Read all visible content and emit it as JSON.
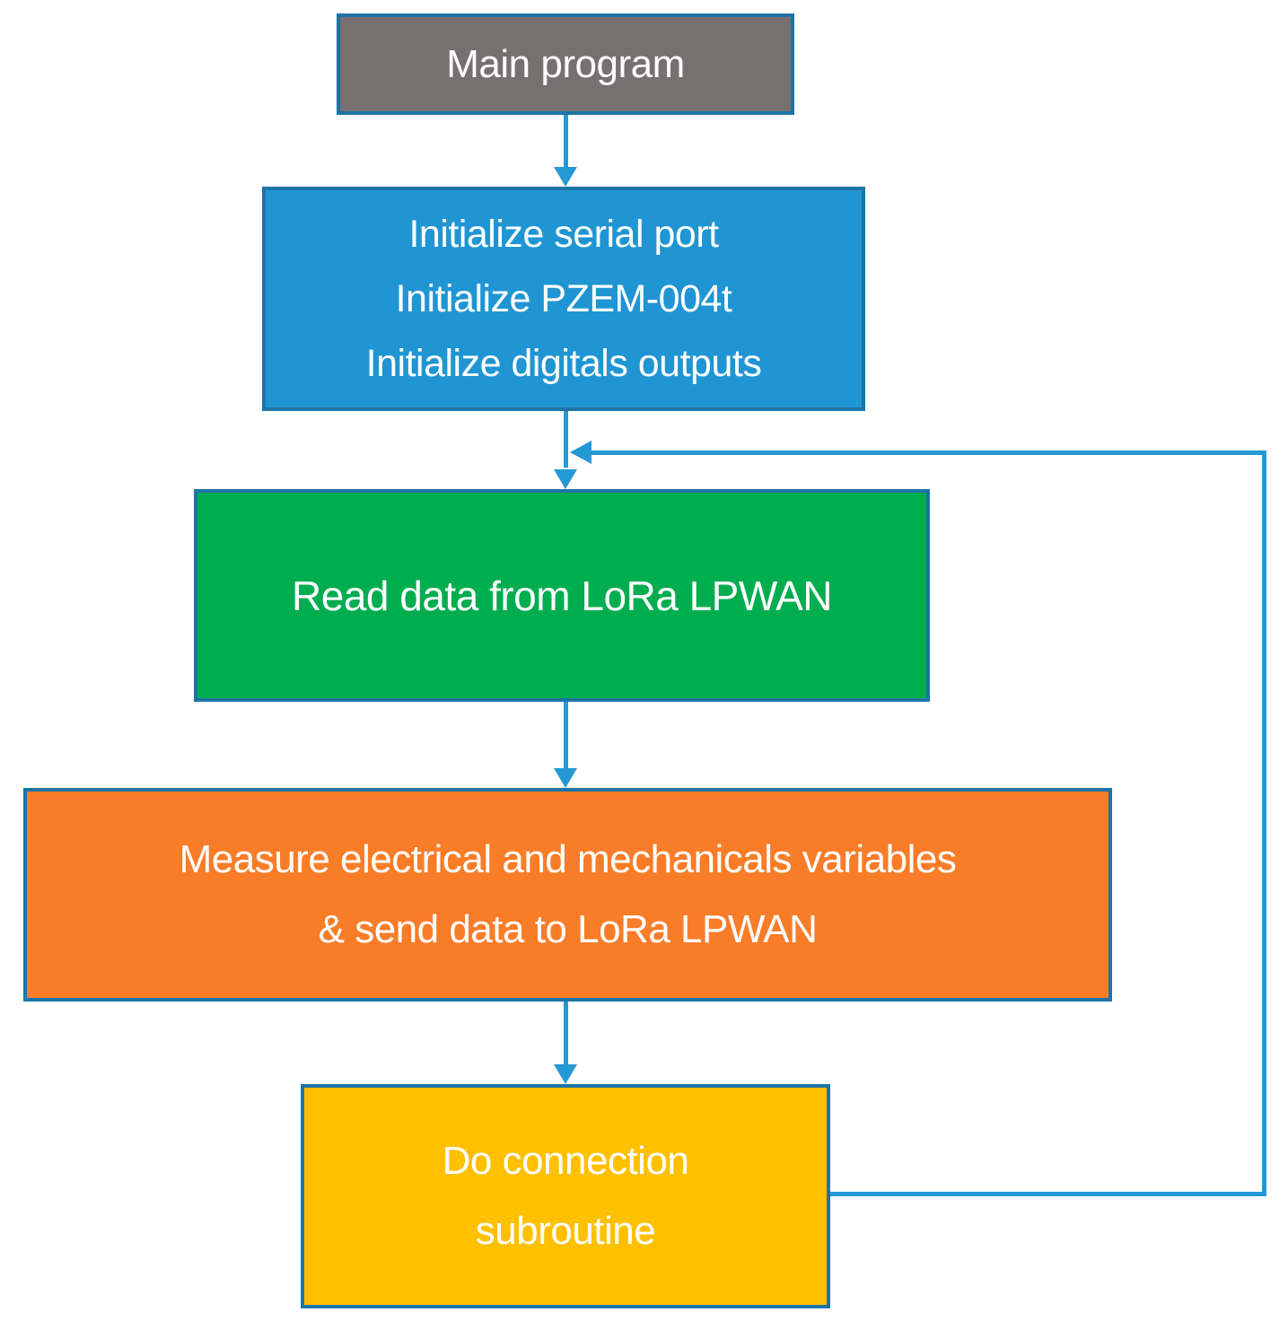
{
  "diagram": {
    "type": "flowchart",
    "background": "#FFFFFF",
    "border_color": "#1E74A6",
    "connector_color": "#2598D6",
    "text_color": "#FFFFFF",
    "nodes": {
      "main": {
        "label": "Main program",
        "fill": "#767070"
      },
      "init": {
        "lines": [
          "Initialize serial port",
          "Initialize PZEM-004t",
          "Initialize digitals outputs"
        ],
        "fill": "#2095D3"
      },
      "read": {
        "label": "Read data from LoRa LPWAN",
        "fill": "#00AD4F"
      },
      "measure": {
        "lines": [
          "Measure electrical and mechanicals variables",
          "& send data to LoRa LPWAN"
        ],
        "fill": "#F97D28"
      },
      "connect": {
        "lines": [
          "Do connection",
          "subroutine"
        ],
        "fill": "#FFC000"
      }
    },
    "edges": [
      {
        "from": "main",
        "to": "init",
        "style": "arrow-down"
      },
      {
        "from": "init",
        "to": "read",
        "style": "arrow-down"
      },
      {
        "from": "read",
        "to": "measure",
        "style": "arrow-down"
      },
      {
        "from": "measure",
        "to": "connect",
        "style": "arrow-down"
      },
      {
        "from": "connect",
        "to": "read",
        "style": "feedback-loop-right-side"
      }
    ]
  }
}
